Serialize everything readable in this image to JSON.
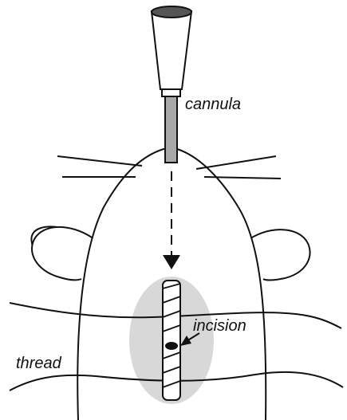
{
  "labels": {
    "cannula": "cannula",
    "incision": "incision",
    "thread": "thread"
  },
  "colors": {
    "stroke": "#111111",
    "background": "#ffffff",
    "incision_area": "#d8d8d8",
    "cannula_tube": "#a8a8a8",
    "cannula_cap": "#555555"
  }
}
